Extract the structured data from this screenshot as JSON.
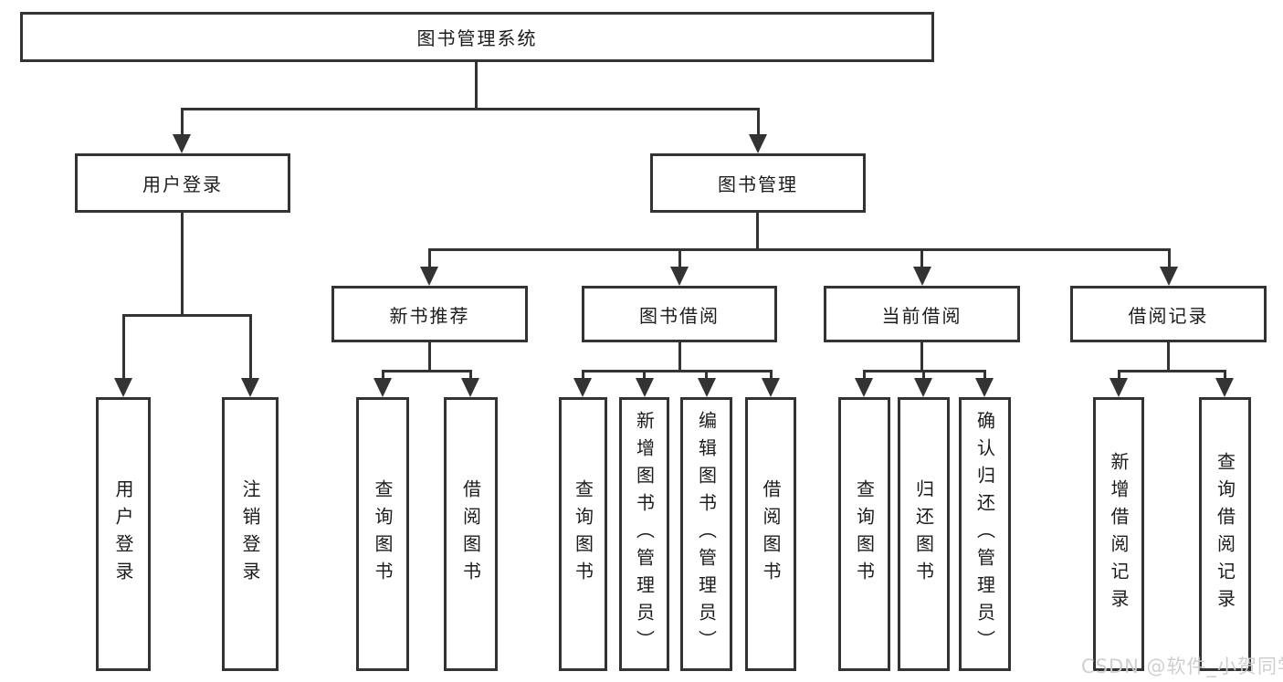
{
  "colors": {
    "line": "#333333",
    "box_background": "#ffffff",
    "text": "#1c1c1c",
    "watermark": "#cccccc"
  },
  "tree": {
    "root": {
      "label": "图书管理系统",
      "children": [
        {
          "label": "用户登录",
          "children": [
            {
              "label": "用户登录"
            },
            {
              "label": "注销登录"
            }
          ]
        },
        {
          "label": "图书管理",
          "children": [
            {
              "label": "新书推荐",
              "children": [
                {
                  "label": "查询图书"
                },
                {
                  "label": "借阅图书"
                }
              ]
            },
            {
              "label": "图书借阅",
              "children": [
                {
                  "label": "查询图书"
                },
                {
                  "label": "新增图书（管理员）"
                },
                {
                  "label": "编辑图书（管理员）"
                },
                {
                  "label": "借阅图书"
                }
              ]
            },
            {
              "label": "当前借阅",
              "children": [
                {
                  "label": "查询图书"
                },
                {
                  "label": "归还图书"
                },
                {
                  "label": "确认归还（管理员）"
                }
              ]
            },
            {
              "label": "借阅记录",
              "children": [
                {
                  "label": "新增借阅记录"
                },
                {
                  "label": "查询借阅记录"
                }
              ]
            }
          ]
        }
      ]
    }
  },
  "watermark": {
    "text": "CSDN @软件_小贺同学"
  }
}
